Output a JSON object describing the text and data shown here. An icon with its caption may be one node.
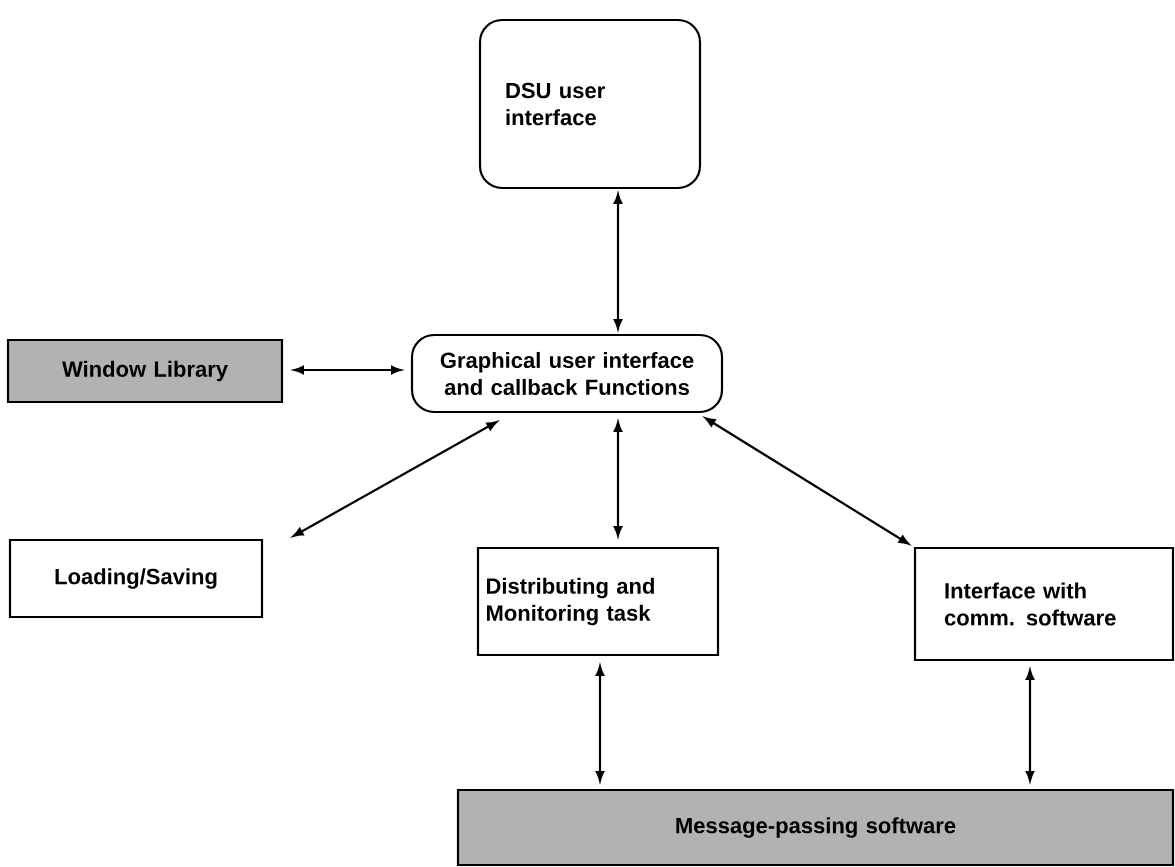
{
  "diagram": {
    "nodes": [
      {
        "text": [
          "DSU user interface"
        ]
      },
      {
        "text": [
          "Window Library"
        ]
      },
      {
        "text": [
          "Graphical user interface and callback Functions"
        ]
      },
      {
        "text": [
          "Loading/Saving"
        ]
      },
      {
        "text": [
          "Distributing and Monitoring task"
        ]
      },
      {
        "text": [
          "Interface with comm. software"
        ]
      },
      {
        "text": [
          "Message-passing software"
        ]
      }
    ],
    "edges": [
      {
        "from": 0,
        "to": 2,
        "arrow": "both"
      },
      {
        "from": 1,
        "to": 2,
        "arrow": "both"
      },
      {
        "from": 2,
        "to": 3,
        "arrow": "both"
      },
      {
        "from": 2,
        "to": 4,
        "arrow": "both"
      },
      {
        "from": 2,
        "to": 5,
        "arrow": "both"
      },
      {
        "from": 4,
        "to": 6,
        "arrow": "both"
      },
      {
        "from": 5,
        "to": 6,
        "arrow": "both"
      }
    ]
  }
}
